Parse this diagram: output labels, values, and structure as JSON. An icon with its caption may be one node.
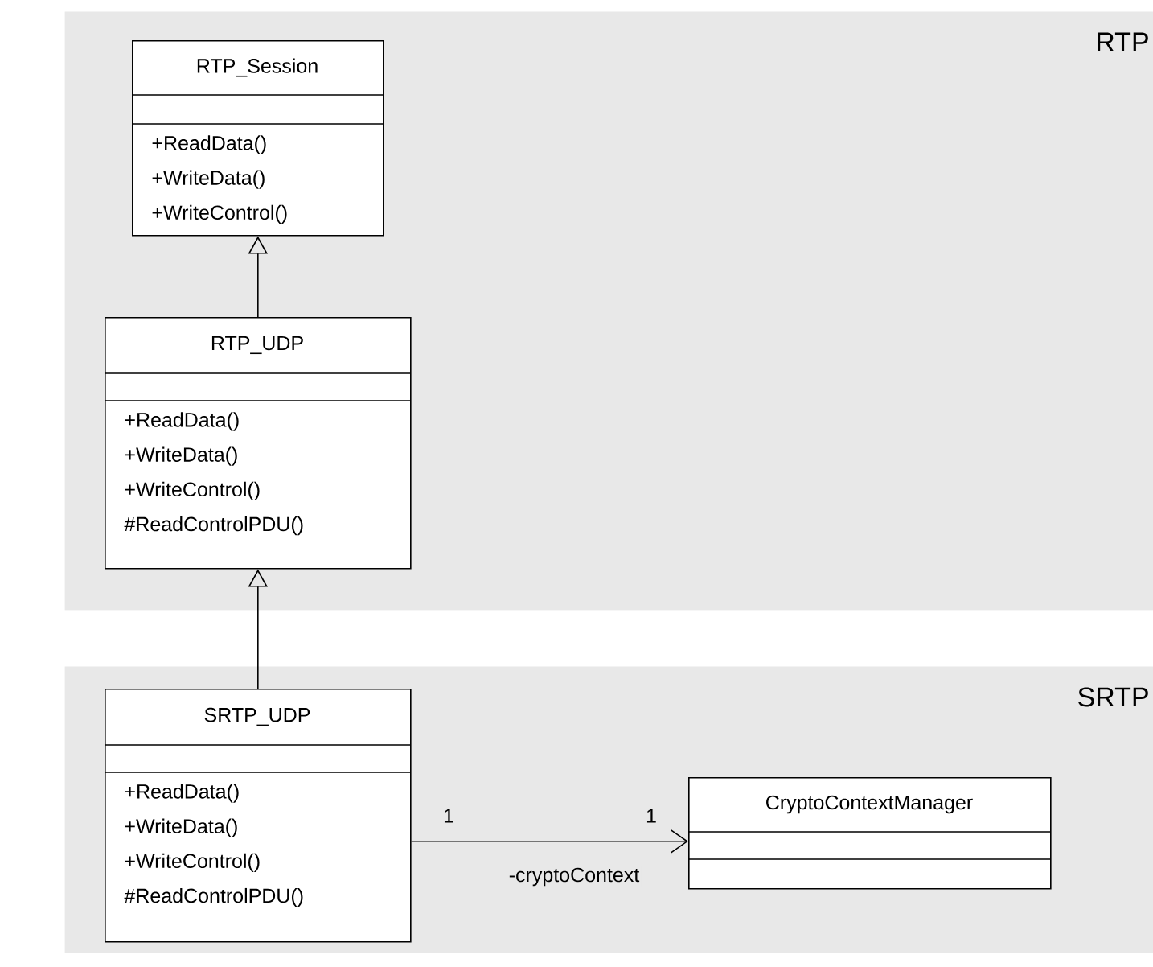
{
  "diagram": {
    "nodes": [
      {
        "text": [
          "RTP"
        ]
      },
      {
        "text": [
          "RTP_Session",
          "+ReadData()",
          "+WriteData()",
          "+WriteControl()"
        ],
        "in": 0
      },
      {
        "text": [
          "RTP_UDP",
          "+ReadData()",
          "+WriteData()",
          "+WriteControl()",
          "#ReadControlPDU()"
        ],
        "in": 0
      },
      {
        "text": [
          "SRTP"
        ]
      },
      {
        "text": [
          "SRTP_UDP",
          "+ReadData()",
          "+WriteData()",
          "+WriteControl()",
          "#ReadControlPDU()"
        ],
        "in": 3
      },
      {
        "text": [
          "CryptoContextManager"
        ],
        "in": 3
      }
    ],
    "edges": [
      {
        "from": 2,
        "to": 1,
        "arrow": "to"
      },
      {
        "from": 4,
        "to": 2,
        "arrow": "to"
      },
      {
        "from": 4,
        "to": 5,
        "arrow": "to",
        "label": "-cryptoContext"
      }
    ],
    "labels": [
      "1",
      "1"
    ]
  }
}
